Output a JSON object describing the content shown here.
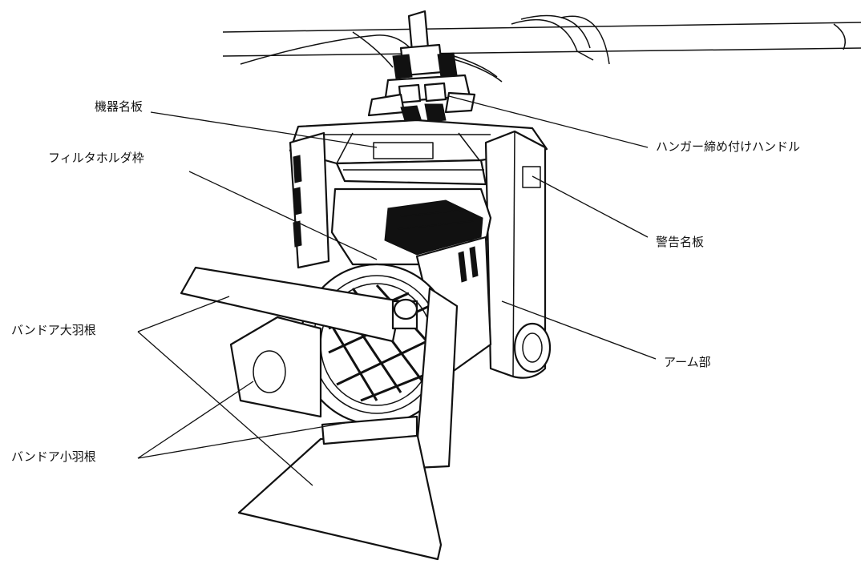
{
  "labels": {
    "nameplate": "機器名板",
    "filter_holder": "フィルタホルダ枠",
    "hanger_handle": "ハンガー締め付けハンドル",
    "warning_plate": "警告名板",
    "arm": "アーム部",
    "barndoor_large": "バンドア大羽根",
    "barndoor_small": "バンドア小羽根"
  }
}
